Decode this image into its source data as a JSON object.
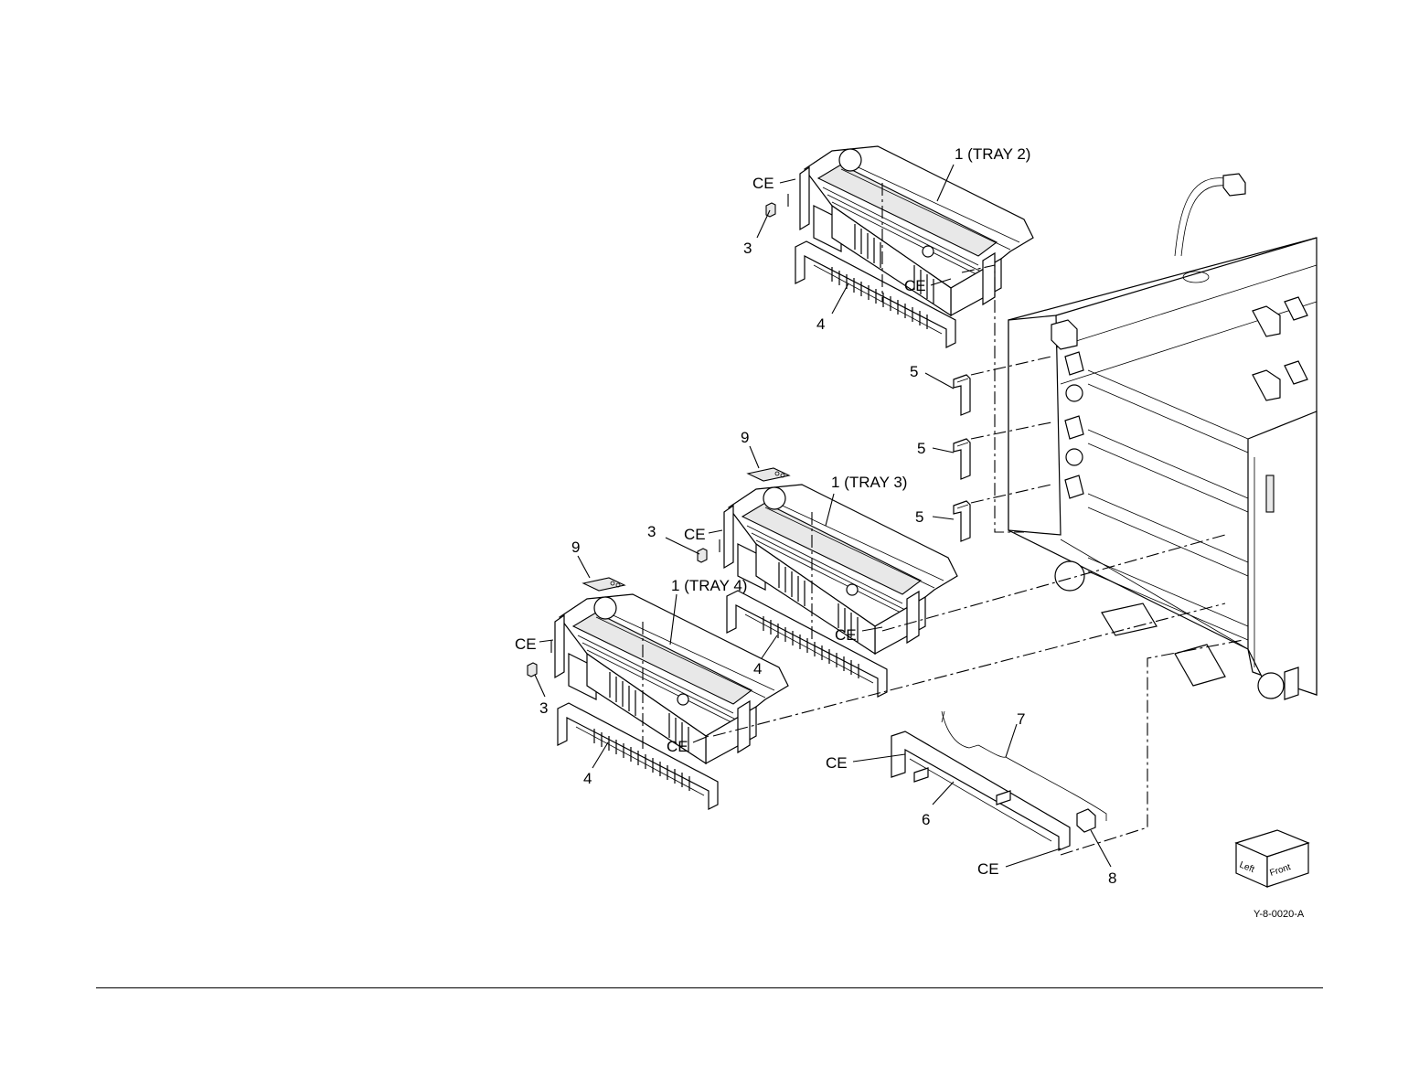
{
  "figure_id": "Y-8-0020-A",
  "orientation_cube": {
    "left": "Left",
    "front": "Front"
  },
  "callouts": {
    "tray2": "1 (TRAY 2)",
    "tray3": "1 (TRAY 3)",
    "tray4": "1 (TRAY 4)",
    "ce": "CE",
    "n3": "3",
    "n4": "4",
    "n5": "5",
    "n6": "6",
    "n7": "7",
    "n8": "8",
    "n9": "9"
  }
}
